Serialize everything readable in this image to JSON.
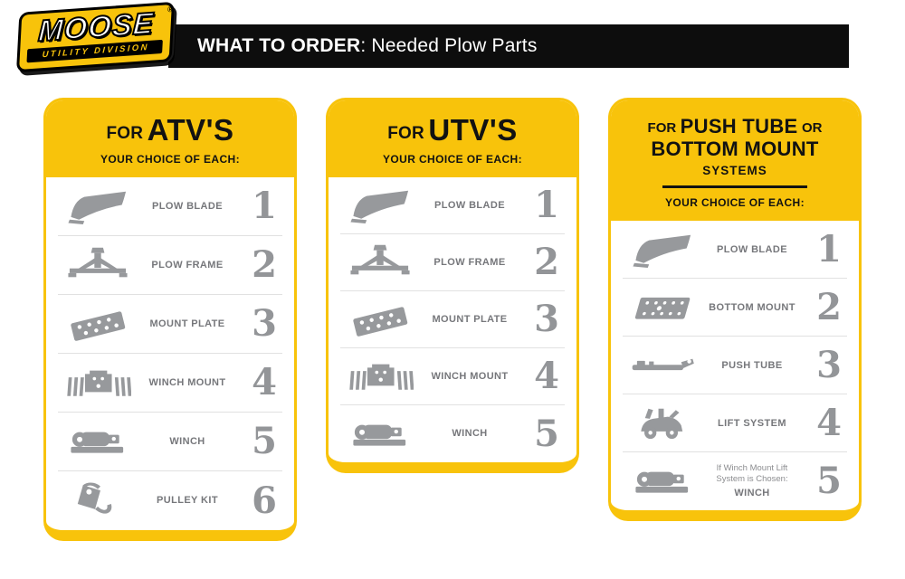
{
  "header": {
    "logo": {
      "brand": "MOOSE",
      "registered": "®",
      "sub": "UTILITY DIVISION"
    },
    "title_bold": "WHAT TO ORDER",
    "title_rest": ": Needed Plow Parts"
  },
  "colors": {
    "brand_yellow": "#F8C30B",
    "bar_black": "#0d0d0d",
    "icon_gray": "#97999c",
    "number_gray": "#939598"
  },
  "cards": [
    {
      "title": {
        "prefix": "FOR",
        "main": "ATV'S"
      },
      "subtitle": "YOUR CHOICE OF EACH:",
      "rows": [
        {
          "icon": "plow-blade-icon",
          "label": "PLOW BLADE",
          "number": "1"
        },
        {
          "icon": "plow-frame-icon",
          "label": "PLOW FRAME",
          "number": "2"
        },
        {
          "icon": "mount-plate-icon",
          "label": "MOUNT PLATE",
          "number": "3"
        },
        {
          "icon": "winch-mount-icon",
          "label": "WINCH MOUNT",
          "number": "4"
        },
        {
          "icon": "winch-icon",
          "label": "WINCH",
          "number": "5"
        },
        {
          "icon": "pulley-kit-icon",
          "label": "PULLEY KIT",
          "number": "6"
        }
      ]
    },
    {
      "title": {
        "prefix": "FOR",
        "main": "UTV'S"
      },
      "subtitle": "YOUR CHOICE OF EACH:",
      "rows": [
        {
          "icon": "plow-blade-icon",
          "label": "PLOW BLADE",
          "number": "1"
        },
        {
          "icon": "plow-frame-icon",
          "label": "PLOW FRAME",
          "number": "2"
        },
        {
          "icon": "mount-plate-icon",
          "label": "MOUNT PLATE",
          "number": "3"
        },
        {
          "icon": "winch-mount-icon",
          "label": "WINCH MOUNT",
          "number": "4"
        },
        {
          "icon": "winch-icon",
          "label": "WINCH",
          "number": "5"
        }
      ]
    },
    {
      "title": {
        "l1_small": "FOR",
        "l1_big": "PUSH TUBE",
        "l1_small2": "OR",
        "l2_big": "BOTTOM MOUNT",
        "l3": "SYSTEMS"
      },
      "subtitle": "YOUR CHOICE OF EACH:",
      "rows": [
        {
          "icon": "plow-blade-icon",
          "label": "PLOW BLADE",
          "number": "1"
        },
        {
          "icon": "bottom-mount-icon",
          "label": "BOTTOM MOUNT",
          "number": "2"
        },
        {
          "icon": "push-tube-icon",
          "label": "PUSH TUBE",
          "number": "3"
        },
        {
          "icon": "lift-system-icon",
          "label": "LIFT SYSTEM",
          "number": "4"
        },
        {
          "icon": "winch-icon",
          "note": "If Winch Mount Lift System is Chosen:",
          "label": "WINCH",
          "number": "5"
        }
      ]
    }
  ]
}
